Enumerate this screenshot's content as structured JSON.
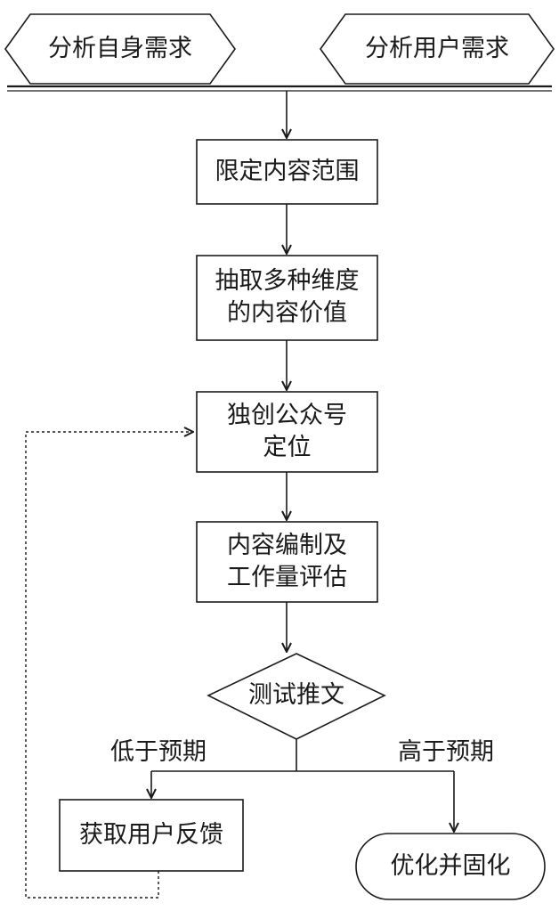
{
  "diagram": {
    "inputs": {
      "left": "分析自身需求",
      "right": "分析用户需求"
    },
    "steps": {
      "define_scope": "限定内容范围",
      "extract_value": "抽取多种维度\n的内容价值",
      "positioning": "独创公众号\n定位",
      "compile_estimate": "内容编制及\n工作量评估"
    },
    "decision": "测试推文",
    "branches": {
      "below": "低于预期",
      "above": "高于预期"
    },
    "outcomes": {
      "feedback": "获取用户反馈",
      "optimize": "优化并固化"
    }
  }
}
